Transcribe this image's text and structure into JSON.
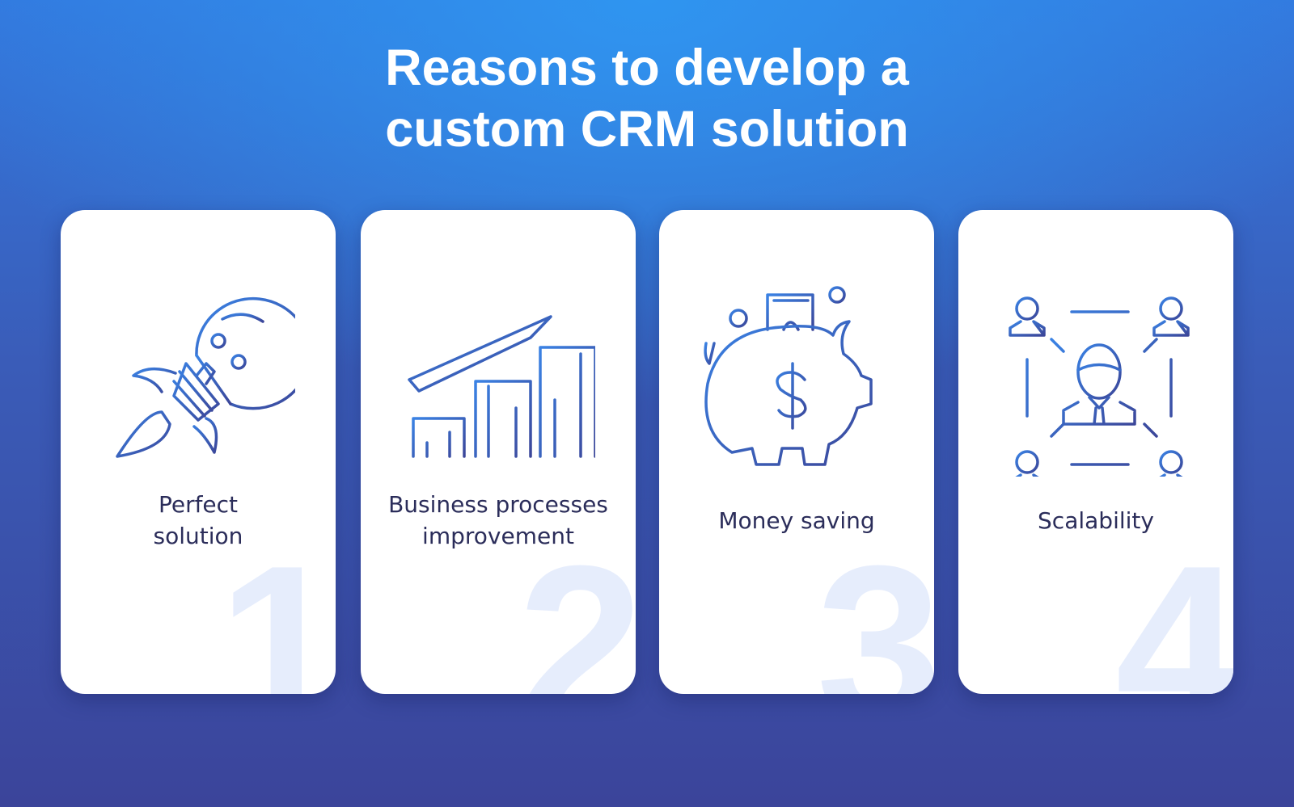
{
  "title": {
    "line1": "Reasons to develop a",
    "line2": "custom CRM solution"
  },
  "cards": [
    {
      "number": "1",
      "label_line1": "Perfect",
      "label_line2": "solution",
      "icon": "lightbulb-rocket-icon"
    },
    {
      "number": "2",
      "label_line1": "Business processes",
      "label_line2": "improvement",
      "icon": "growth-chart-icon"
    },
    {
      "number": "3",
      "label_line1": "Money saving",
      "icon": "piggy-bank-icon"
    },
    {
      "number": "4",
      "label_line1": "Scalability",
      "icon": "team-network-icon"
    }
  ],
  "colors": {
    "icon_start": "#3a82e4",
    "icon_end": "#3b4699",
    "label": "#2b2d5a",
    "number": "#e6edfc"
  }
}
